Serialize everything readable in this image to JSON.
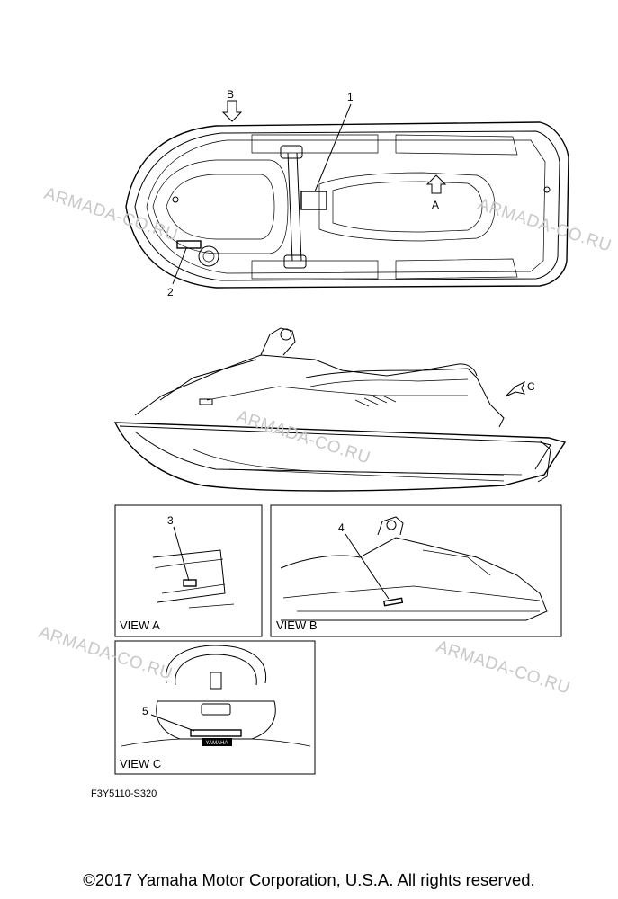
{
  "callouts": {
    "one": "1",
    "two": "2",
    "three": "3",
    "four": "4",
    "five": "5",
    "a": "A",
    "b": "B",
    "c": "C"
  },
  "views": {
    "a": "VIEW A",
    "b": "VIEW B",
    "c": "VIEW C"
  },
  "watermark": "ARMADA-CO.RU",
  "diagram_code": "F3Y5110-S320",
  "copyright": "©2017 Yamaha Motor Corporation, U.S.A. All rights reserved.",
  "label_text": "YAMAHA"
}
